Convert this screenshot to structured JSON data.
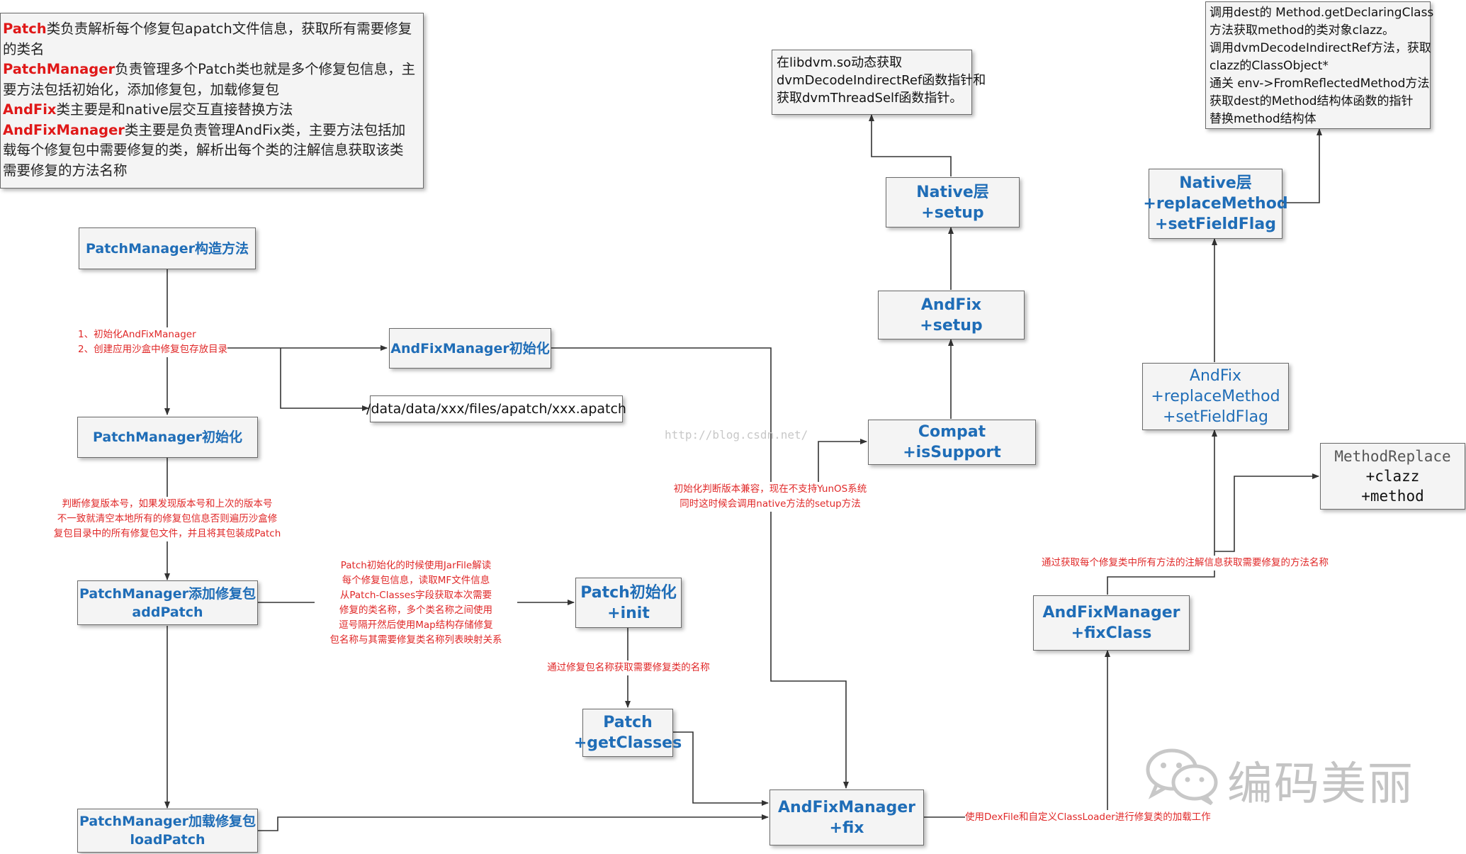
{
  "legend": {
    "patch_kw": "Patch",
    "patch_desc": "类负责解析每个修复包apatch文件信息，获取所有需要修复的类名",
    "manager_kw": "PatchManager",
    "manager_desc": "负责管理多个Patch类也就是多个修复包信息，主要方法包括初始化，添加修复包，加载修复包",
    "andfix_kw": "AndFix",
    "andfix_desc": "类主要是和native层交互直接替换方法",
    "afm_kw": "AndFixManager",
    "afm_desc": "类主要是负责管理AndFix类，主要方法包括加载每个修复包中需要修复的类，解析出每个类的注解信息获取该类需要修复的方法名称"
  },
  "boxes": {
    "pm_ctor": "PatchManager构造方法",
    "afm_init": "AndFixManager初始化",
    "apatch_path": "/data/data/xxx/files/apatch/xxx.apatch",
    "pm_init": "PatchManager初始化",
    "pm_add": {
      "l1": "PatchManager添加修复包",
      "l2": "addPatch"
    },
    "patch_init": {
      "l1": "Patch初始化",
      "l2": "+init"
    },
    "patch_getclasses": {
      "l1": "Patch",
      "l2": "+getClasses"
    },
    "pm_load": {
      "l1": "PatchManager加载修复包",
      "l2": "loadPatch"
    },
    "afm_fix": {
      "l1": "AndFixManager",
      "l2": "+fix"
    },
    "compat": {
      "l1": "Compat",
      "l2": "+isSupport"
    },
    "andfix_setup": {
      "l1": "AndFix",
      "l2": "+setup"
    },
    "native_setup": {
      "l1": "Native层",
      "l2": "+setup"
    },
    "libdvm_note": {
      "l1": "在libdvm.so动态获取",
      "l2": "dvmDecodeIndirectRef函数指针和",
      "l3": "获取dvmThreadSelf函数指针。"
    },
    "afm_fixclass": {
      "l1": "AndFixManager",
      "l2": "+fixClass"
    },
    "andfix_replace": {
      "l1": "AndFix",
      "l2": "+replaceMethod",
      "l3": "+setFieldFlag"
    },
    "native_replace": {
      "l1": "Native层",
      "l2": "+replaceMethod",
      "l3": "+setFieldFlag"
    },
    "method_replace": {
      "l1": "MethodReplace",
      "l2": "+clazz",
      "l3": "+method"
    },
    "native_note": {
      "l1": "调用dest的 Method.getDeclaringClass",
      "l2": "方法获取method的类对象clazz。",
      "l3": "调用dvmDecodeIndirectRef方法，获取",
      "l4": "clazz的ClassObject*",
      "l5": "通关 env->FromReflectedMethod方法",
      "l6": "获取dest的Method结构体函数的指针",
      "l7": "替换method结构体"
    }
  },
  "labels": {
    "ctor_steps": {
      "l1": "1、初始化AndFixManager",
      "l2": "2、创建应用沙盒中修复包存放目录"
    },
    "version_check": {
      "l1": "判断修复版本号，如果发现版本号和上次的版本号",
      "l2": "不一致就清空本地所有的修复包信息否则遍历沙盒修",
      "l3": "复包目录中的所有修复包文件，并且将其包装成Patch"
    },
    "patch_parse": {
      "l1": "Patch初始化的时候使用JarFile解读",
      "l2": "每个修复包信息，读取MF文件信息",
      "l3": "从Patch-Classes字段获取本次需要",
      "l4": "修复的类名称，多个类名称之间使用",
      "l5": "逗号隔开然后使用Map结构存储修复",
      "l6": "包名称与其需要修复类名称列表映射关系"
    },
    "get_classes": "通过修复包名称获取需要修复类的名称",
    "compat_check": {
      "l1": "初始化判断版本兼容，现在不支持YunOS系统",
      "l2": "同时这时候会调用native方法的setup方法"
    },
    "dexfile": "使用DexFile和自定义ClassLoader进行修复类的加载工作",
    "annotation": "通过获取每个修复类中所有方法的注解信息获取需要修复的方法名称"
  },
  "watermark": {
    "url": "http://blog.csdn.net/",
    "brand": "编码美丽"
  },
  "colors": {
    "box_title": "#1f6db7",
    "label_red": "#e02828",
    "keyword_red": "#e01818",
    "box_fill": "#f4f4f4"
  }
}
